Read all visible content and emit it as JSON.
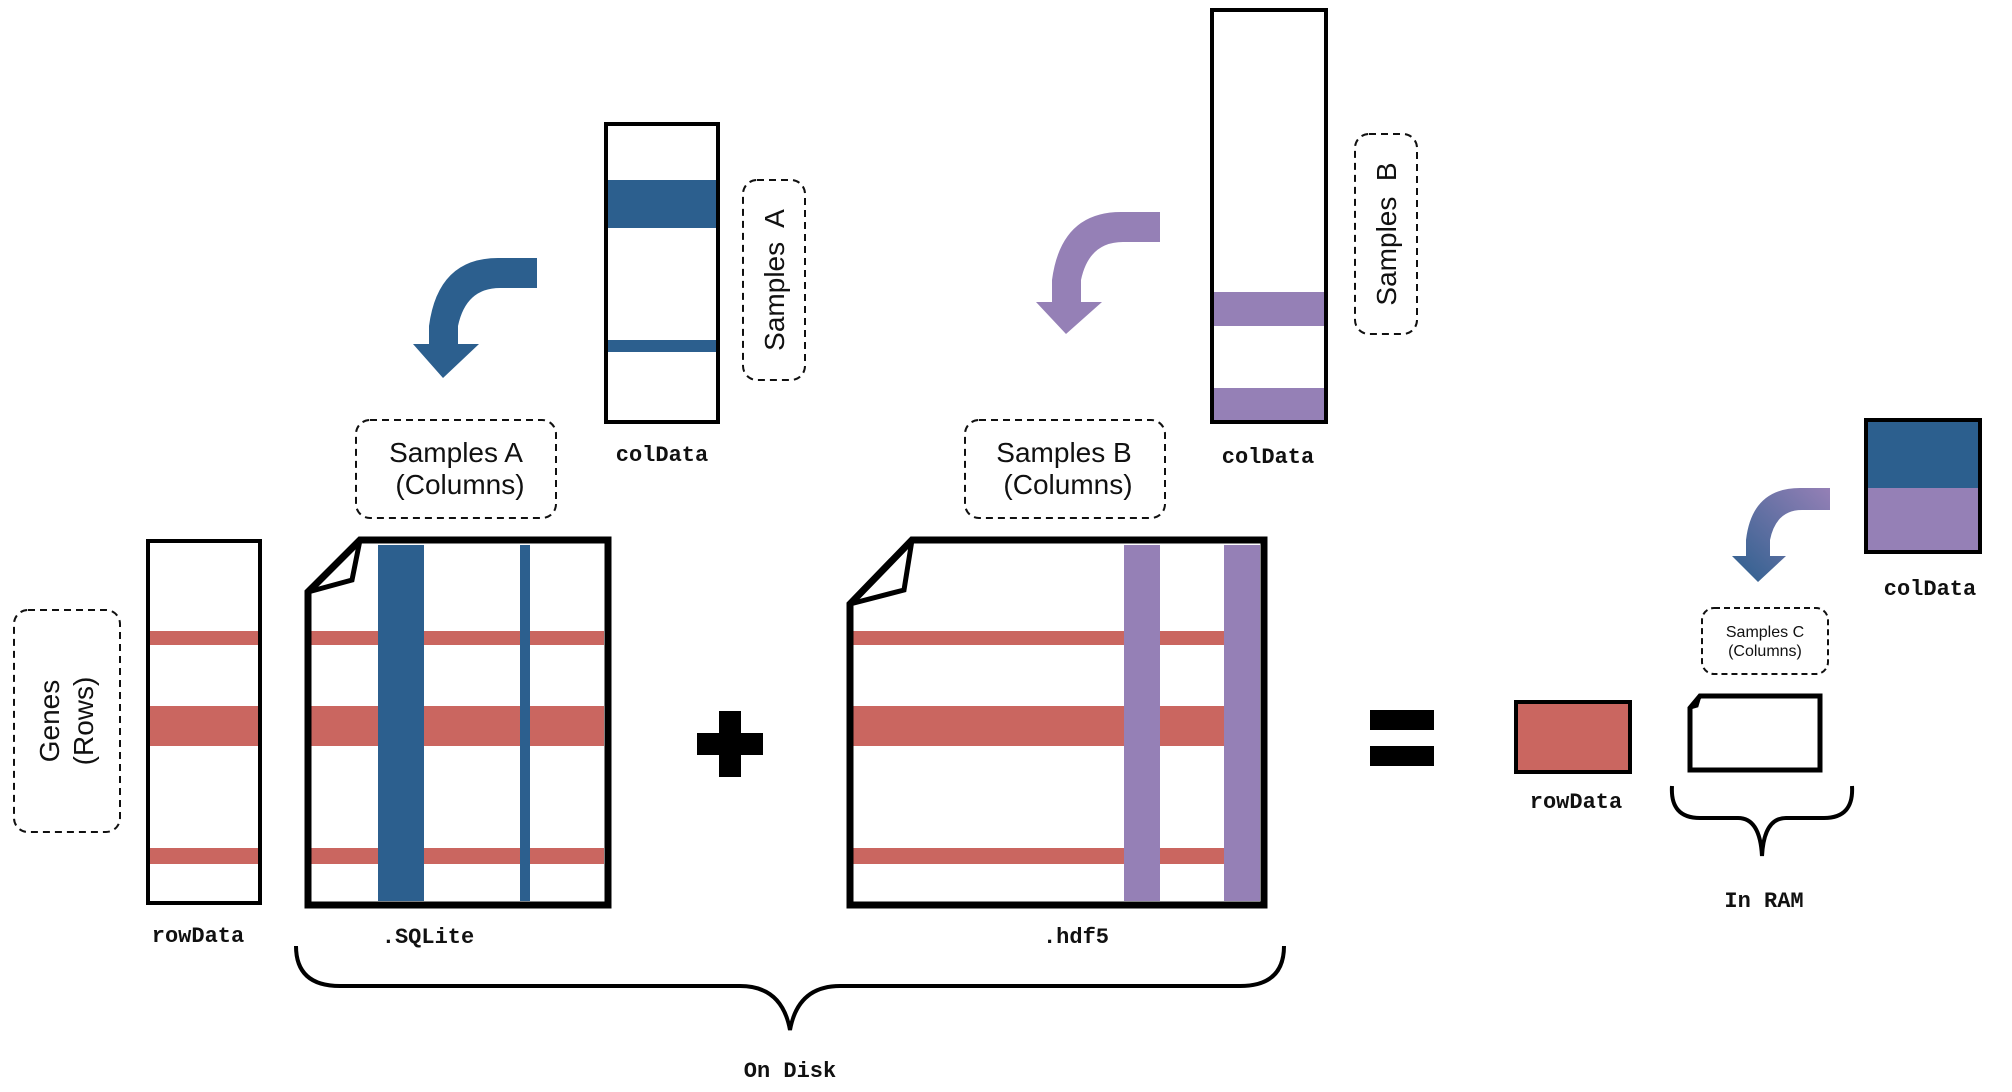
{
  "colors": {
    "blue": "#2c5f8e",
    "purple": "#9580b6",
    "red": "#ca6660",
    "outline": "#000000"
  },
  "labels": {
    "genes_line1": "Genes",
    "genes_line2": "(Rows)",
    "rowdata_left": "rowData",
    "samples_a_line1": "Samples A",
    "samples_a_line2": "(Columns)",
    "samples_a_vertical": "Samples  A",
    "coldata_a": "colData",
    "samples_b_line1": "Samples B",
    "samples_b_line2": "(Columns)",
    "samples_b_vertical": "Samples  B",
    "coldata_b": "colData",
    "sqlite": ".SQLite",
    "hdf5": ".hdf5",
    "on_disk": "On Disk",
    "samples_c_line1": "Samples C",
    "samples_c_line2": "(Columns)",
    "coldata_c": "colData",
    "rowdata_right": "rowData",
    "in_ram": "In RAM"
  },
  "icons": {
    "plus": "plus-icon",
    "equals": "equals-icon"
  }
}
